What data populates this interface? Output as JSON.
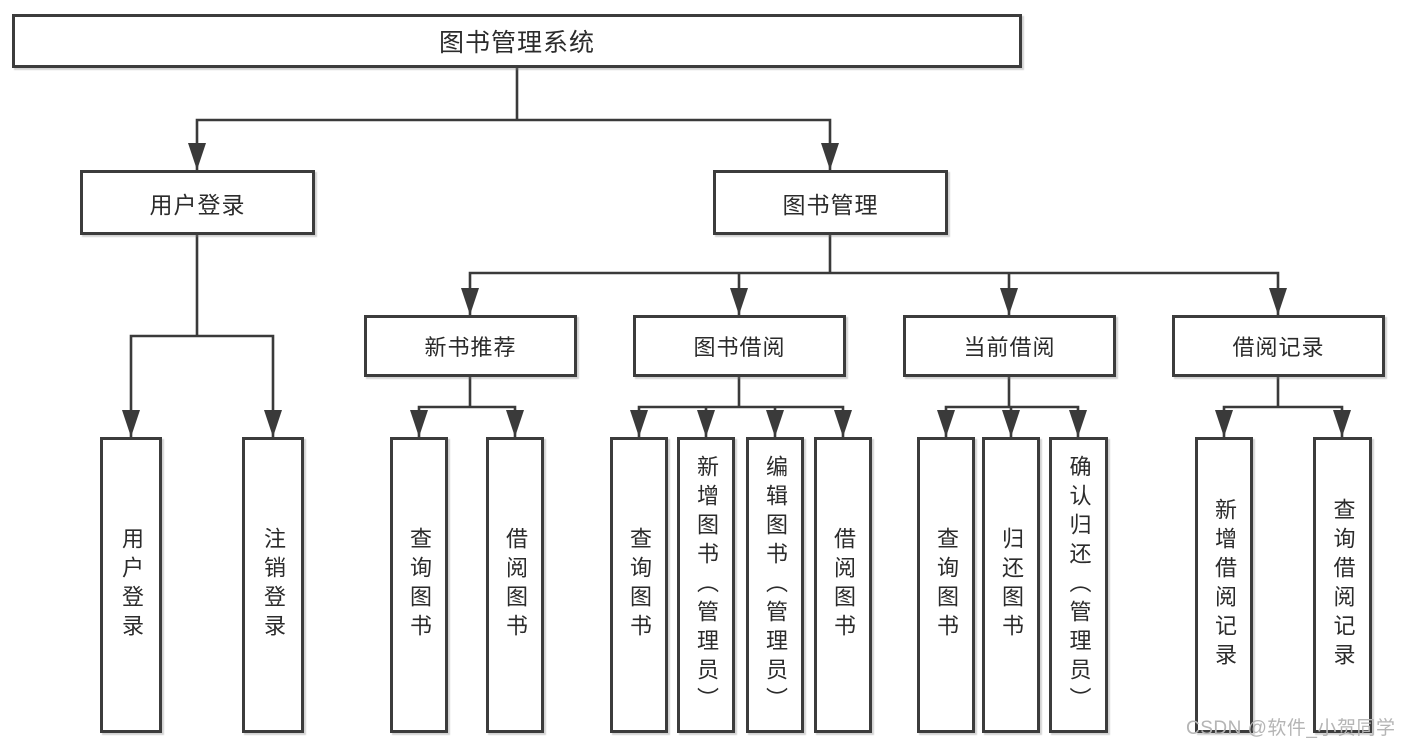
{
  "tree": {
    "label": "图书管理系统",
    "children": [
      {
        "label": "用户登录",
        "children": [
          {
            "label": "用户登录"
          },
          {
            "label": "注销登录"
          }
        ]
      },
      {
        "label": "图书管理",
        "children": [
          {
            "label": "新书推荐",
            "children": [
              {
                "label": "查询图书"
              },
              {
                "label": "借阅图书"
              }
            ]
          },
          {
            "label": "图书借阅",
            "children": [
              {
                "label": "查询图书"
              },
              {
                "label": "新增图书（管理员）"
              },
              {
                "label": "编辑图书（管理员）"
              },
              {
                "label": "借阅图书"
              }
            ]
          },
          {
            "label": "当前借阅",
            "children": [
              {
                "label": "查询图书"
              },
              {
                "label": "归还图书"
              },
              {
                "label": "确认归还（管理员）"
              }
            ]
          },
          {
            "label": "借阅记录",
            "children": [
              {
                "label": "新增借阅记录"
              },
              {
                "label": "查询借阅记录"
              }
            ]
          }
        ]
      }
    ]
  },
  "watermark": {
    "text": "CSDN @软件_小贺同学"
  },
  "colors": {
    "line": "#3a3a3a",
    "border": "#3c3c3c",
    "text": "#2b2b2b",
    "watermark": "#b5b5b5"
  }
}
